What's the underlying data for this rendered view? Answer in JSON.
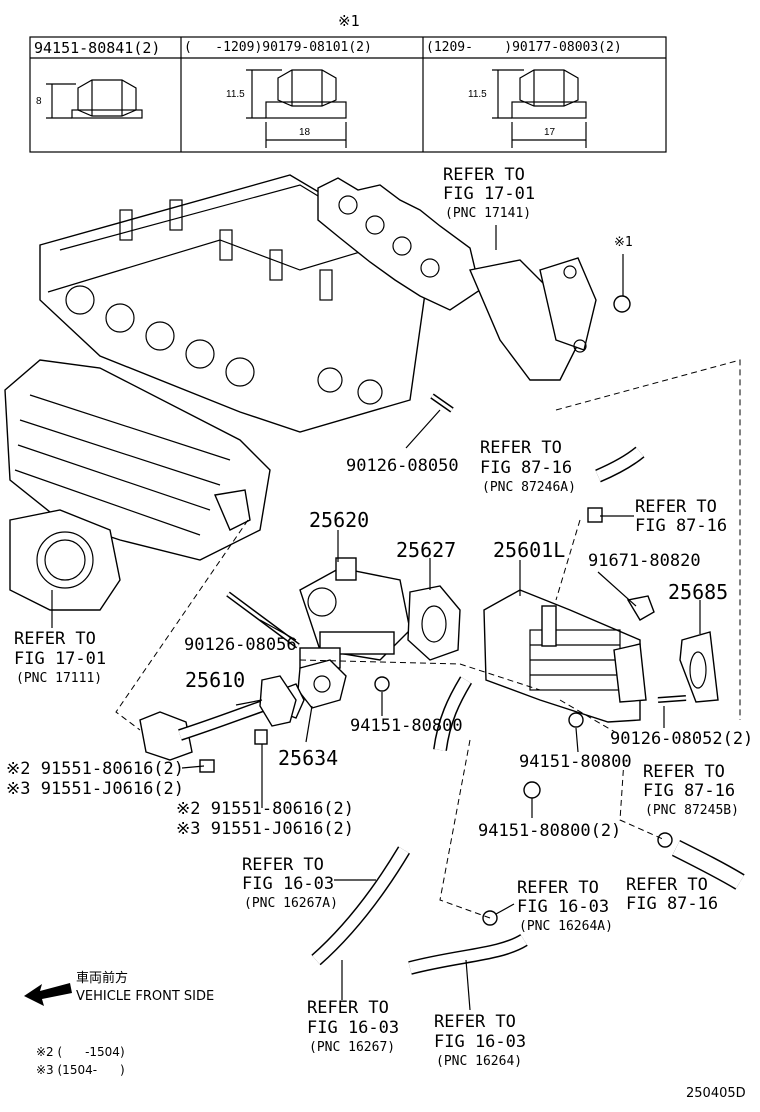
{
  "table": {
    "mark": "※1",
    "col1": "94151-80841(2)",
    "col2": "(   -1209)90179-08101(2)",
    "col3": "(1209-    )90177-08003(2)",
    "dim1_h": "8",
    "dim2_h": "11.5",
    "dim2_w": "18",
    "dim3_h": "11.5",
    "dim3_w": "17"
  },
  "labels": {
    "ref_17_01_top_a": "REFER TO",
    "ref_17_01_top_b": "FIG 17-01",
    "ref_17_01_top_c": "(PNC 17141)",
    "mark1_nut": "※1",
    "stud_90126_08050": "90126-08050",
    "ref_87_16_a1": "REFER TO",
    "ref_87_16_a2": "FIG 87-16",
    "ref_87_16_a3": "(PNC 87246A)",
    "ref_87_16_b1": "REFER TO",
    "ref_87_16_b2": "FIG 87-16",
    "p25620": "25620",
    "p25627": "25627",
    "p25601l": "25601L",
    "p91671": "91671-80820",
    "p25685": "25685",
    "ref_17_01_l1": "REFER TO",
    "ref_17_01_l2": "FIG 17-01",
    "ref_17_01_l3": "(PNC 17111)",
    "stud_90126_08056": "90126-08056",
    "p25610": "25610",
    "nut_94151_80800_a": "94151-80800",
    "p25634": "25634",
    "stud_90126_08052": "90126-08052(2)",
    "nut_94151_80800_b": "94151-80800",
    "ref_87_16_c1": "REFER TO",
    "ref_87_16_c2": "FIG 87-16",
    "ref_87_16_c3": "(PNC 87245B)",
    "bolt_l_1": "※2 91551-80616(2)",
    "bolt_l_2": "※3 91551-J0616(2)",
    "bolt_c_1": "※2 91551-80616(2)",
    "bolt_c_2": "※3 91551-J0616(2)",
    "nut_94151_80800_c": "94151-80800(2)",
    "ref_16_03_a1": "REFER TO",
    "ref_16_03_a2": "FIG 16-03",
    "ref_16_03_a3": "(PNC 16267A)",
    "ref_16_03_b1": "REFER TO",
    "ref_16_03_b2": "FIG 16-03",
    "ref_16_03_b3": "(PNC 16264A)",
    "ref_87_16_d1": "REFER TO",
    "ref_87_16_d2": "FIG 87-16",
    "front_jp": "車両前方",
    "front_en": "VEHICLE FRONT SIDE",
    "ref_16_03_c1": "REFER TO",
    "ref_16_03_c2": "FIG 16-03",
    "ref_16_03_c3": "(PNC 16267)",
    "ref_16_03_d1": "REFER TO",
    "ref_16_03_d2": "FIG 16-03",
    "ref_16_03_d3": "(PNC 16264)",
    "note2": "※2 (      -1504)",
    "note3": "※3 (1504-      )",
    "diagram_id": "250405D"
  }
}
